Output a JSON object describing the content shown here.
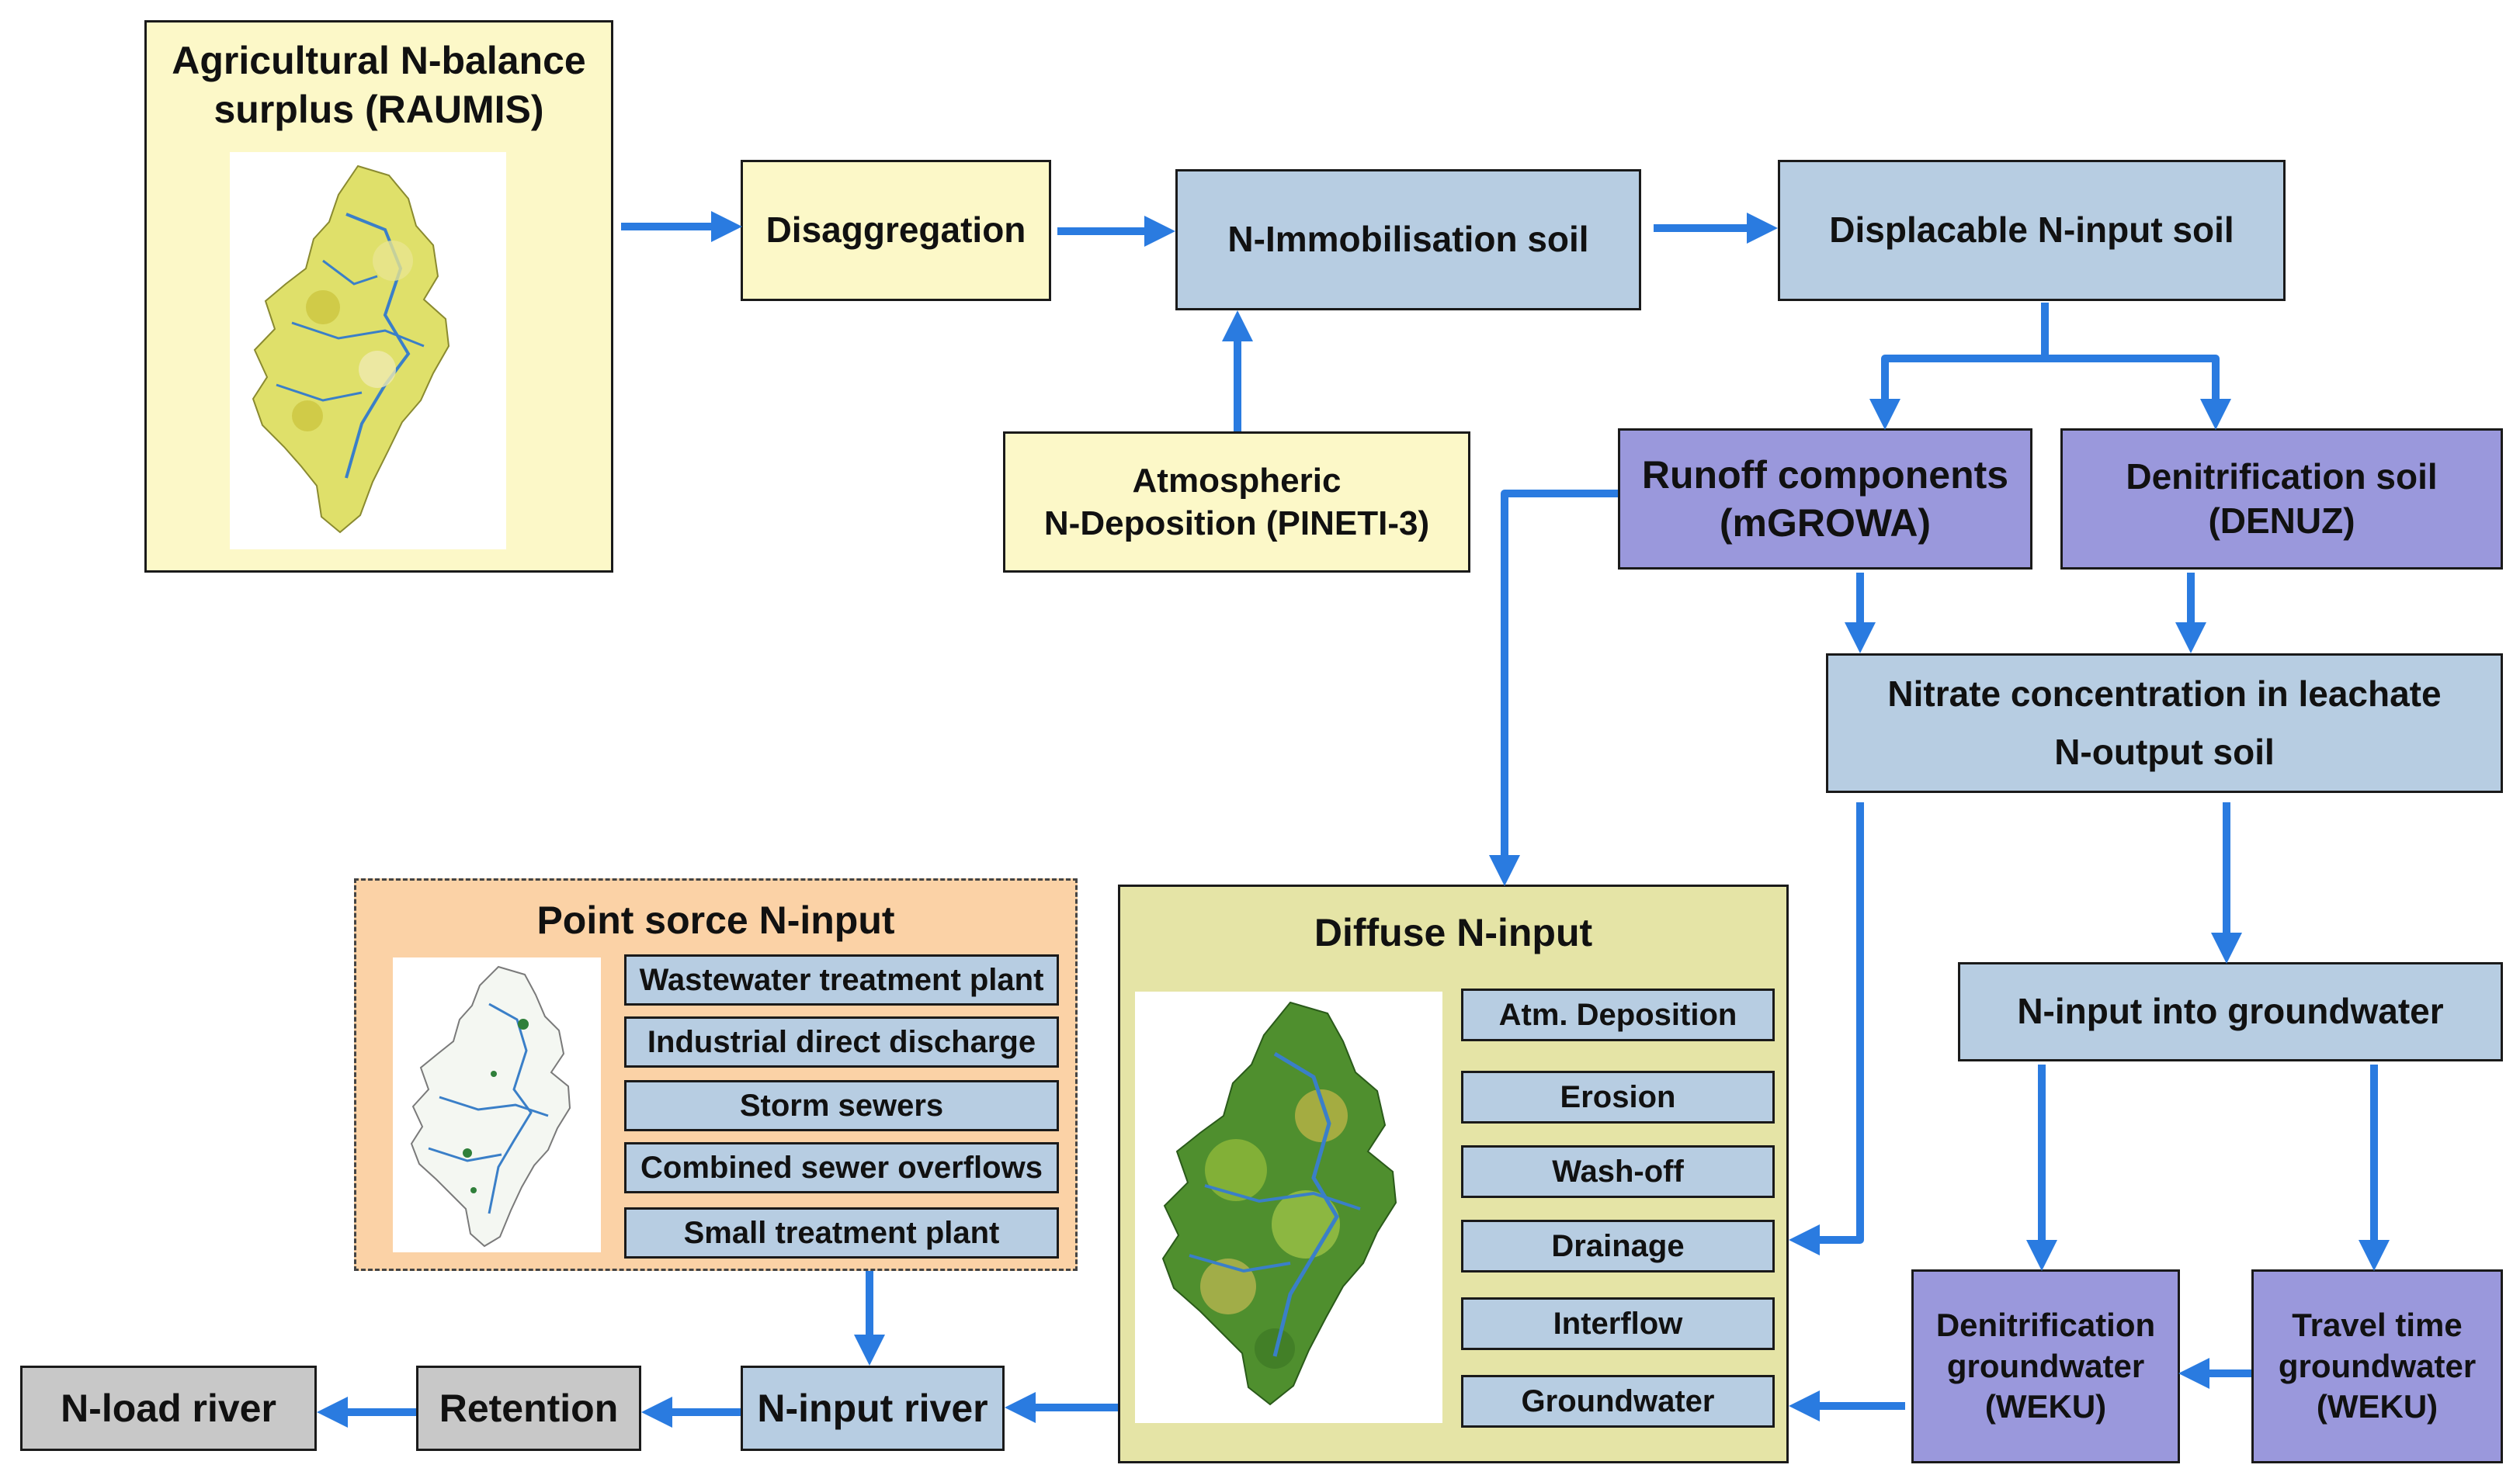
{
  "nodes": {
    "agri_surplus": {
      "line1": "Agricultural N-balance",
      "line2": "surplus (RAUMIS)"
    },
    "disaggregation": "Disaggregation",
    "n_immobilisation": "N-Immobilisation soil",
    "displacable": "Displacable N-input soil",
    "atmospheric": {
      "line1": "Atmospheric",
      "line2": "N-Deposition  (PINETI-3)"
    },
    "runoff": {
      "line1": "Runoff components",
      "line2": "(mGROWA)"
    },
    "denitrification_soil": {
      "line1": "Denitrification soil",
      "line2": "(DENUZ)"
    },
    "nitrate": {
      "line1": "Nitrate concentration in leachate",
      "line2": "N-output soil"
    },
    "n_input_groundwater": "N-input into groundwater",
    "denitrification_gw": {
      "line1": "Denitrification",
      "line2": "groundwater",
      "line3": "(WEKU)"
    },
    "travel_time": {
      "line1": "Travel time",
      "line2": "groundwater",
      "line3": "(WEKU)"
    },
    "diffuse": {
      "title": "Diffuse N-input",
      "items": [
        "Atm. Deposition",
        "Erosion",
        "Wash-off",
        "Drainage",
        "Interflow",
        "Groundwater"
      ]
    },
    "point_source": {
      "title": "Point sorce N-input",
      "items": [
        "Wastewater treatment plant",
        "Industrial direct discharge",
        "Storm sewers",
        "Combined sewer overflows",
        "Small treatment plant"
      ]
    },
    "n_input_river": "N-input river",
    "retention": "Retention",
    "n_load_river": "N-load river"
  },
  "colors": {
    "arrow": "#2a7be0",
    "yellow_box": "#fcf8c8",
    "light_blue_box": "#b7cde2",
    "purple_box": "#9a98dc",
    "grey_box": "#c8c8c8",
    "olive_box": "#e5e4a6",
    "orange_box": "#fbd2a6"
  }
}
